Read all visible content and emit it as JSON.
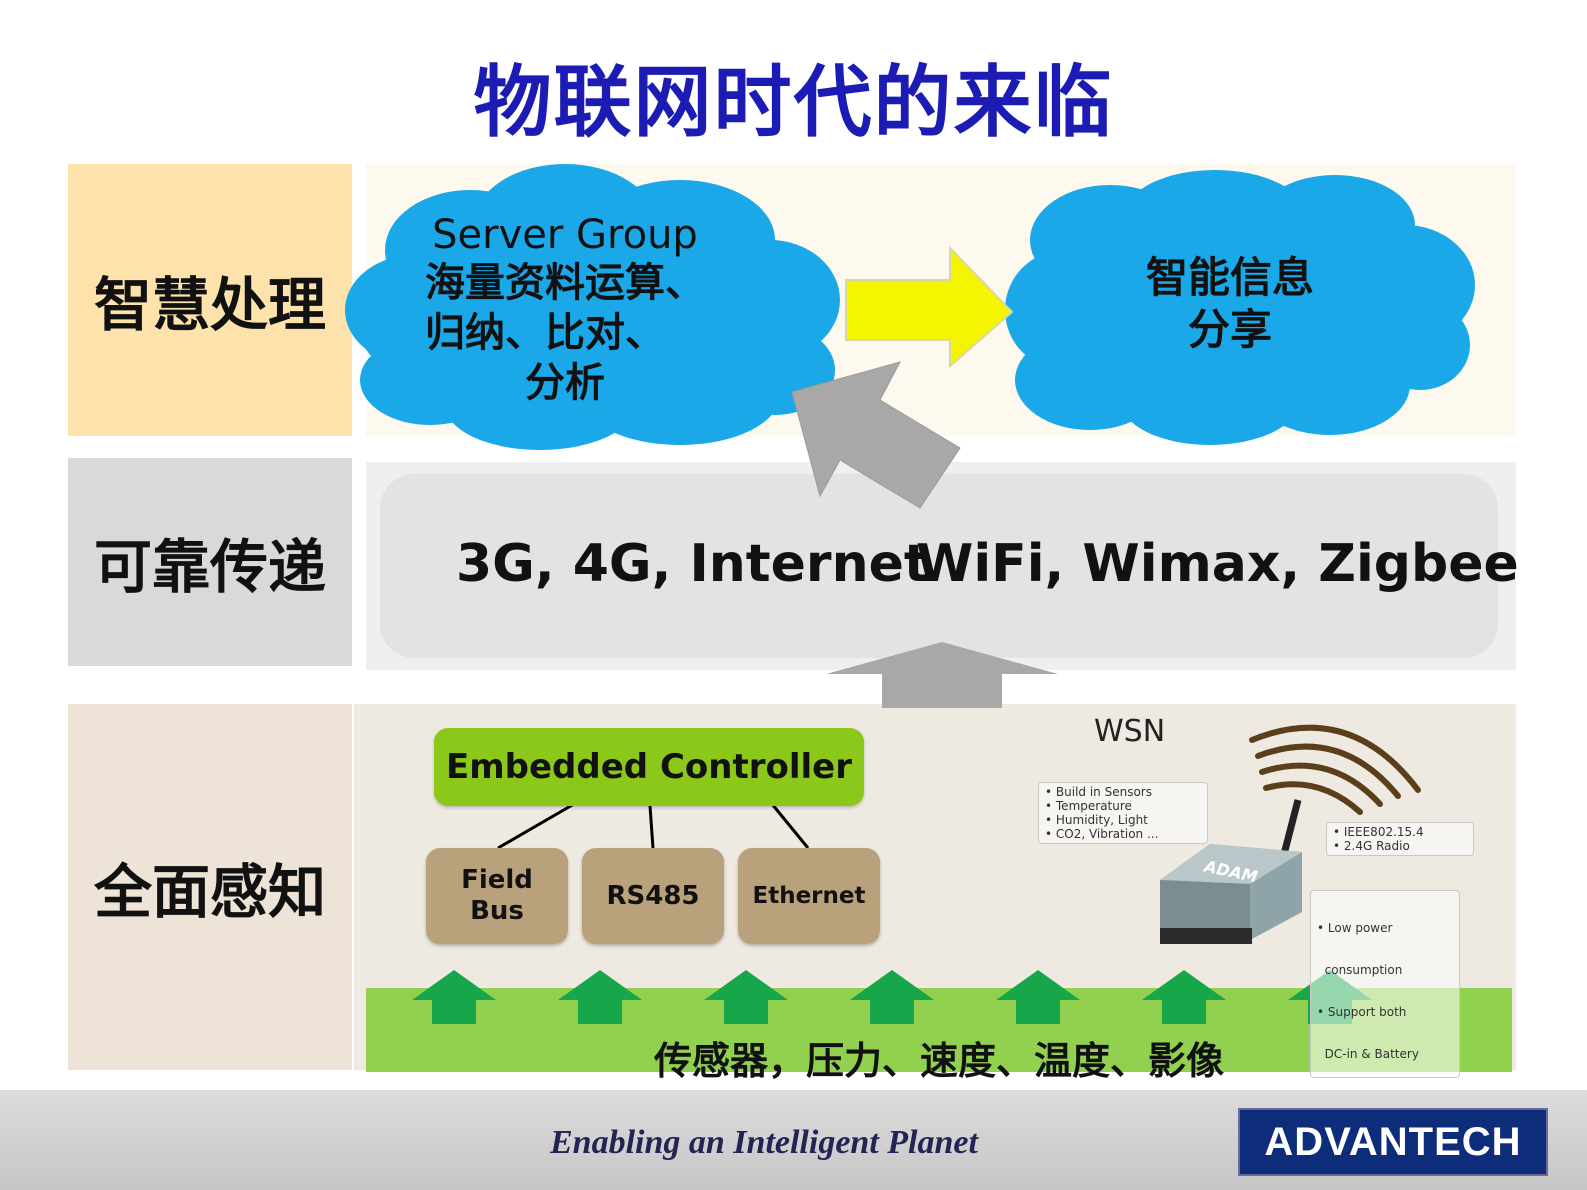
{
  "title": "物联网时代的来临",
  "layers": {
    "top": {
      "label": "智慧处理",
      "left_cloud": {
        "line1": "Server Group",
        "line2": "海量资料运算、",
        "line3": "归纳、比对、",
        "line4": "分析"
      },
      "right_cloud": {
        "line1": "智能信息",
        "line2": "分享"
      }
    },
    "middle": {
      "label": "可靠传递",
      "text_a": "3G, 4G, Internet",
      "text_b": "WiFi, Wimax, Zigbee"
    },
    "bottom": {
      "label": "全面感知",
      "controller": "Embedded Controller",
      "boxes": [
        {
          "l1": "Field",
          "l2": "Bus"
        },
        {
          "l1": "RS485"
        },
        {
          "l1": "Ethernet"
        }
      ],
      "wsn": "WSN",
      "callout_sensors": [
        "• Build in Sensors",
        "• Temperature",
        "• Humidity, Light",
        "• CO2, Vibration ..."
      ],
      "callout_radio": [
        "• IEEE802.15.4",
        "• 2.4G Radio"
      ],
      "callout_power": [
        "• Low power",
        "  consumption",
        "• Support both",
        "  DC-in & Battery"
      ],
      "device_brand": "ADAM",
      "sensor_bar": "传感器，压力、速度、温度、影像"
    }
  },
  "footer": {
    "slogan": "Enabling an Intelligent Planet",
    "logo": "ADVANTECH"
  },
  "colors": {
    "title": "#1c1cb4",
    "cloud": "#1aa8e8",
    "yellow_arrow": "#f5f500",
    "gray_arrow": "#a8a8a8",
    "green_arrow": "#18a64a",
    "controller": "#8cc81a",
    "sensor_bar": "#92d050"
  }
}
